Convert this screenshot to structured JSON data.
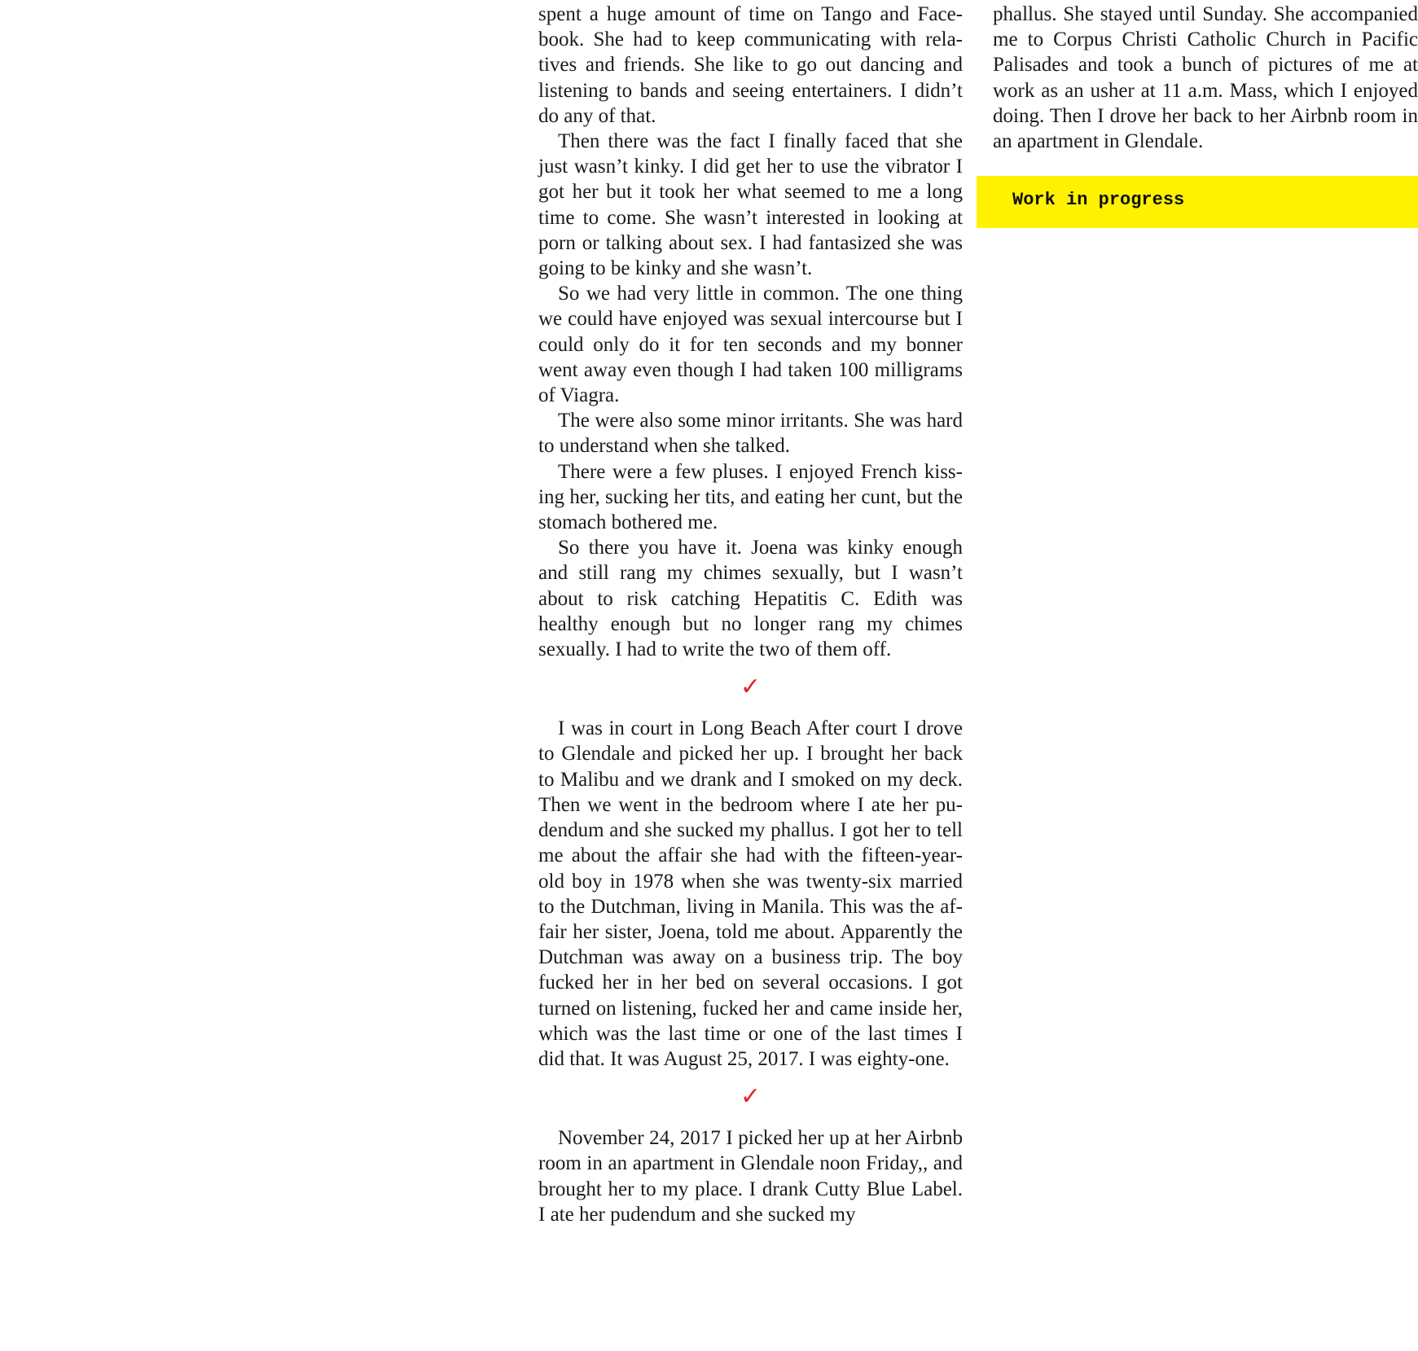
{
  "left_column": {
    "paragraphs": [
      "spent a huge amount of time on Tango and Face­book. She had to keep communicating with rela­tives and friends. She like to go out dancing and listening to bands and seeing entertainers. I didn’t do any of that.",
      "Then there was the fact I finally faced that she just wasn’t kinky. I did get her to use the vibrator I got her but it took her what seemed to me a long time to come. She wasn’t interested in looking at porn or talking about sex. I had fantasized she was going to be kinky and she wasn’t.",
      "So we had very little in common. The one thing we could have enjoyed was sexual intercourse but I could only do it for ten seconds and my bonner went away even though I had taken 100 milligrams of Viagra.",
      "The were also some minor irritants. She was hard to understand when she talked.",
      "There were a few pluses. I enjoyed French kiss­ing her, sucking her tits, and eating her cunt, but the stomach bothered me.",
      "So there you have it. Joena was kinky enough and still rang my chimes sexually, but I wasn’t about to risk catching Hepatitis C. Edith was healthy enough but no longer rang my chimes sexually. I had to write the two of them off.",
      "I was in court in Long Beach After court I drove to Glendale and picked her up. I brought her back to Malibu and we drank and I smoked on my deck. Then we went in the bedroom where I ate her pu­dendum and she sucked my phallus. I got her to tell me about the affair she had with the fifteen-year-old boy in 1978 when she was twenty-six married to the Dutchman, living in Manila. This was the af­fair her sister, Joena, told me about. Apparently the Dutchman was away on a business trip. The boy fucked her in her bed on several occasions. I got turned on listening, fucked her and came inside her, which was the last time or one of the last times I did that. It was August 25, 2017. I was eighty-one.",
      "November 24, 2017 I picked her up at her Airb­nb room in an apartment in Glendale noon Fri­day,, and brought her to my place. I drank Cutty Blue Label. I ate her pudendum and she sucked my"
    ],
    "section_mark": "✓"
  },
  "right_column": {
    "paragraphs": [
      "phallus. She stayed until Sunday. She accompanied me to Corpus Christi Catholic Church in Pacific Palisades and took a bunch of pictures of me at work as an usher at 11 a.m. Mass, which I enjoyed doing. Then I drove her back to her Airbnb room in an apartment in Glendale."
    ]
  },
  "status_banner": {
    "label": "Work in progress",
    "color": "#fff200"
  },
  "colors": {
    "text": "#1a1a1a",
    "check_mark": "#e0262b"
  }
}
